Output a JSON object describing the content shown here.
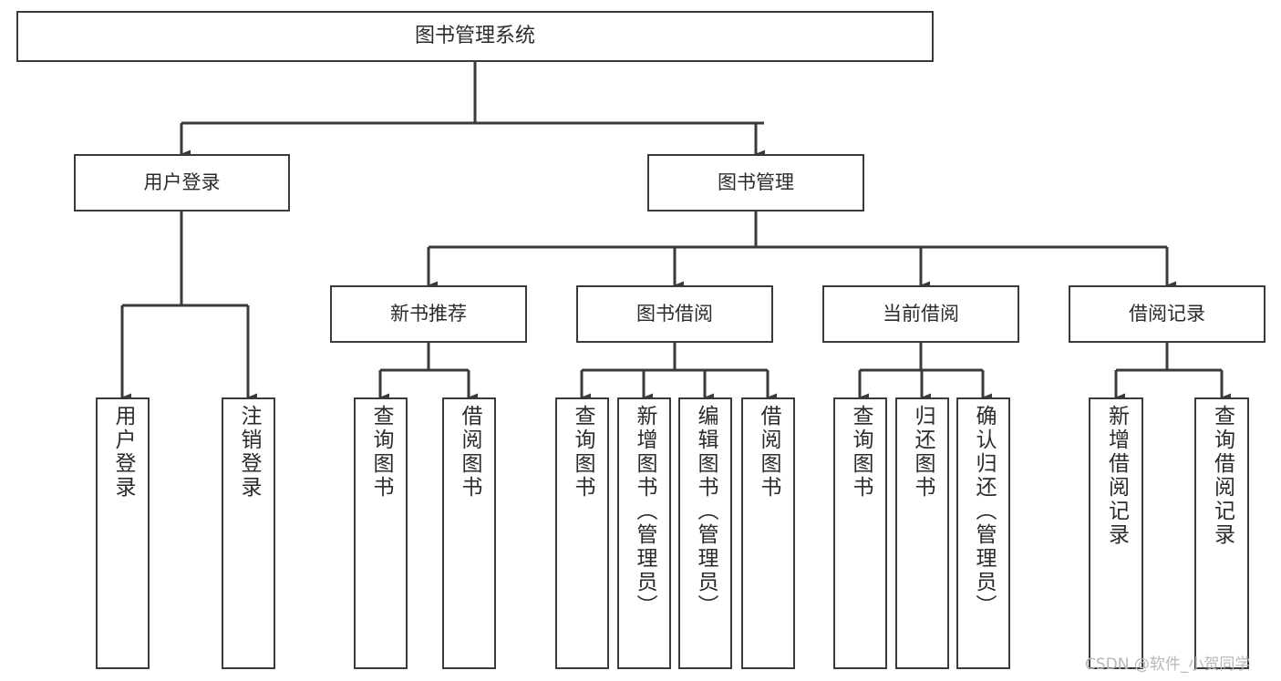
{
  "diagram": {
    "type": "tree",
    "title": "图书管理系统",
    "watermark": "CSDN @软件_小贺同学",
    "colors": {
      "box_border": "#3a3a3a",
      "edge": "#3a3a3a",
      "text": "#2b2b2b",
      "background": "#ffffff",
      "watermark": "#b8b8b8"
    },
    "nodes": {
      "root": {
        "label": "图书管理系统"
      },
      "level1": [
        {
          "label": "用户登录"
        },
        {
          "label": "图书管理"
        }
      ],
      "level2": [
        {
          "label": "新书推荐"
        },
        {
          "label": "图书借阅"
        },
        {
          "label": "当前借阅"
        },
        {
          "label": "借阅记录"
        }
      ],
      "leaves": {
        "user_login": [
          {
            "label": "用户登录"
          },
          {
            "label": "注销登录"
          }
        ],
        "new_book_recommend": [
          {
            "label": "查询图书"
          },
          {
            "label": "借阅图书"
          }
        ],
        "book_borrow": [
          {
            "label": "查询图书"
          },
          {
            "label": "新增图书（管理员）"
          },
          {
            "label": "编辑图书（管理员）"
          },
          {
            "label": "借阅图书"
          }
        ],
        "current_borrow": [
          {
            "label": "查询图书"
          },
          {
            "label": "归还图书"
          },
          {
            "label": "确认归还（管理员）"
          }
        ],
        "borrow_record": [
          {
            "label": "新增借阅记录"
          },
          {
            "label": "查询借阅记录"
          }
        ]
      }
    }
  }
}
